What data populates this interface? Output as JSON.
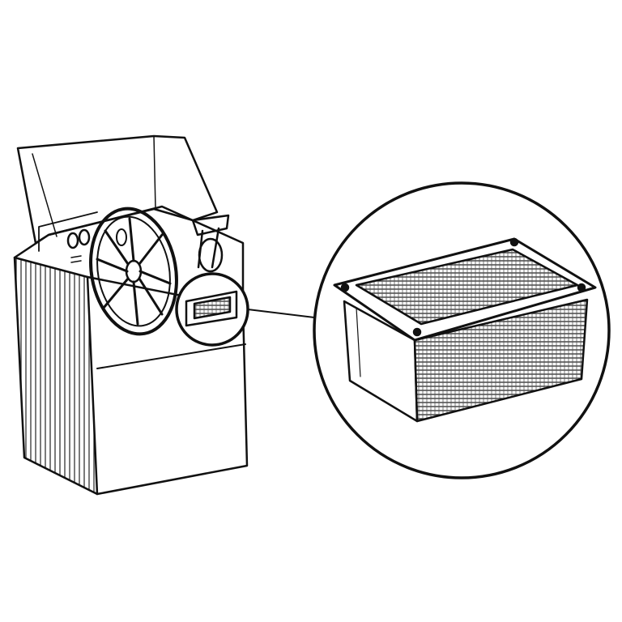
{
  "colors": {
    "background": "#ffffff",
    "ink": "#111111",
    "hatch": "#333333"
  },
  "icons": [
    "helm-console-drawing",
    "steering-wheel",
    "throttle-lever",
    "vent-grille-detail",
    "magnifier-callout"
  ]
}
